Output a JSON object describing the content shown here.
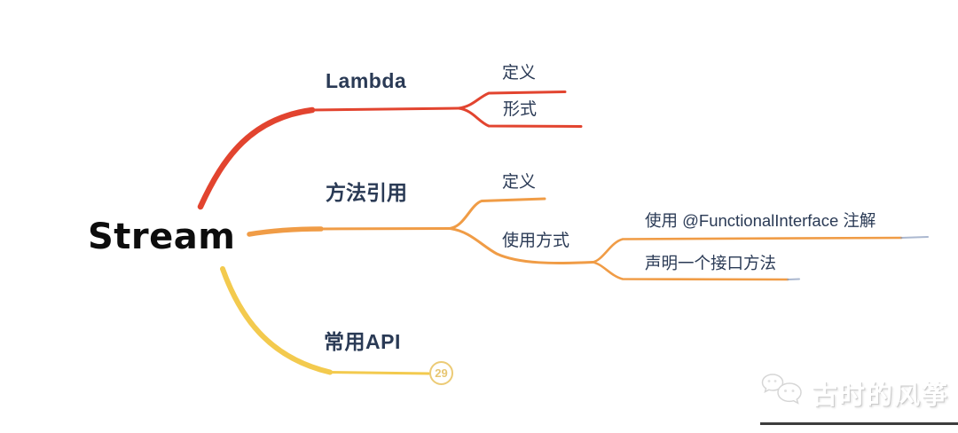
{
  "root": {
    "label": "Stream"
  },
  "branches": [
    {
      "label": "Lambda",
      "color": "#e2442f",
      "children": [
        {
          "label": "定义"
        },
        {
          "label": "形式"
        }
      ]
    },
    {
      "label": "方法引用",
      "color": "#f09c46",
      "children": [
        {
          "label": "定义"
        },
        {
          "label": "使用方式",
          "children": [
            {
              "label": "使用 @FunctionalInterface 注解"
            },
            {
              "label": "声明一个接口方法"
            }
          ]
        }
      ]
    },
    {
      "label": "常用API",
      "color": "#f3ca4e",
      "badge": "29"
    }
  ],
  "watermark": {
    "text": "古时的风筝",
    "icon": "wechat-bubbles-icon"
  },
  "colors": {
    "red_branch": "#e2442f",
    "orange_branch": "#f09c46",
    "yellow_branch": "#f3ca4e",
    "badge_yellow": "#eccb76",
    "label_navy": "#2a3a55",
    "root_black": "#0d0d0d",
    "line_tip_blue": "#8fa0c0"
  }
}
